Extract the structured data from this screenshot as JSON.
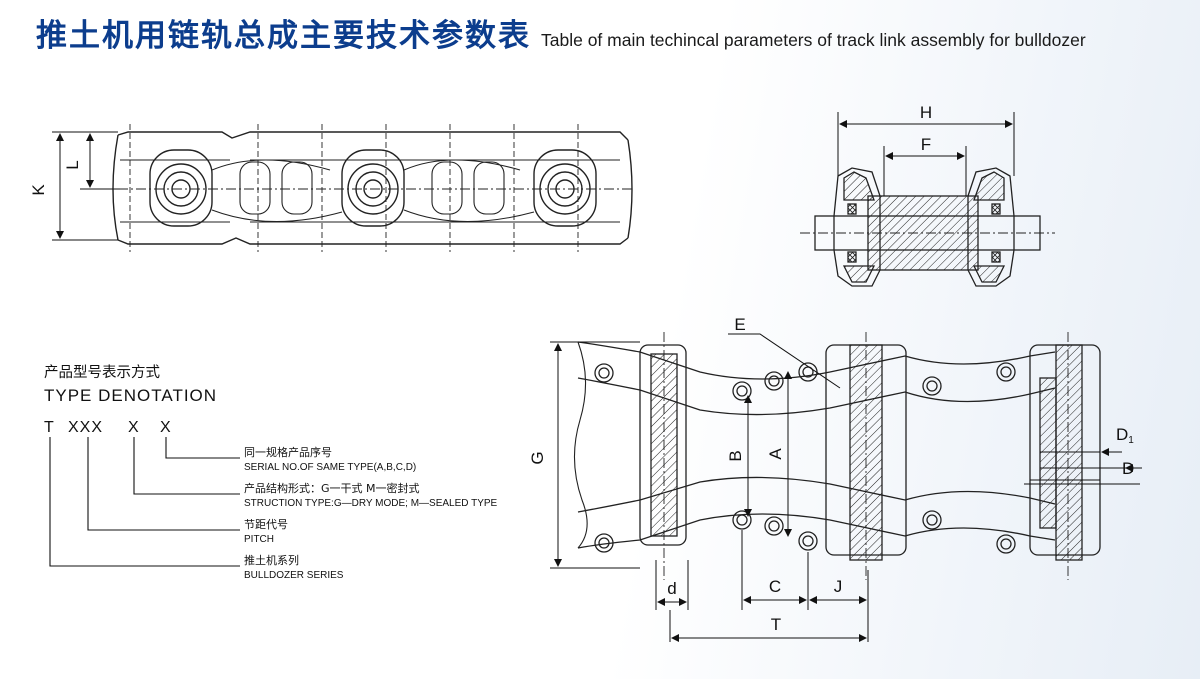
{
  "header": {
    "title_cn": "推土机用链轨总成主要技术参数表",
    "title_en": "Table of main techincal parameters of track link assembly for bulldozer"
  },
  "dimensions": {
    "K": "K",
    "L": "L",
    "H": "H",
    "F": "F",
    "E": "E",
    "G": "G",
    "B": "B",
    "A": "A",
    "D1": "D",
    "D1_sub": "1",
    "D": "D",
    "d": "d",
    "C": "C",
    "J": "J",
    "T": "T"
  },
  "type_denotation": {
    "title_cn": "产品型号表示方式",
    "title_en": "TYPE DENOTATION",
    "code": {
      "t": "T",
      "xxx": "XXX",
      "x1": "X",
      "x2": "X"
    },
    "entries": [
      {
        "cn": "同一规格产品序号",
        "en": "SERIAL  NO.OF SAME TYPE(A,B,C,D)"
      },
      {
        "cn": "产品结构形式：G一干式  M一密封式",
        "en": "STRUCTION TYPE:G—DRY MODE; M—SEALED TYPE"
      },
      {
        "cn": "节距代号",
        "en": "PITCH"
      },
      {
        "cn": "推土机系列",
        "en": "BULLDOZER SERIES"
      }
    ]
  }
}
